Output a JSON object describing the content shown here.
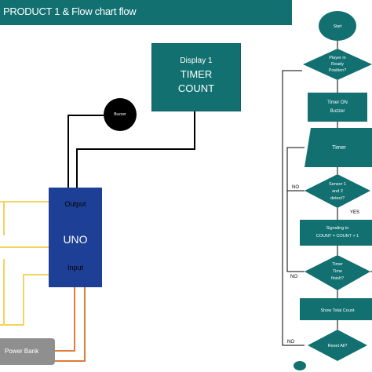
{
  "title": "PRODUCT  1 & Flow chart flow",
  "display": {
    "line1": "Display 1",
    "line2": "TIMER",
    "line3": "COUNT"
  },
  "buzzer": "Buzzer",
  "uno": {
    "output": "Output",
    "name": "UNO",
    "input": "Input"
  },
  "power_bank": "Power Bank",
  "flowchart": {
    "start": "Start",
    "player_ready": [
      "Player in",
      "Ready",
      "Position?"
    ],
    "timer_on": [
      "Timer ON",
      "Buzzer"
    ],
    "timer": "Timer",
    "sensor": [
      "Sensor 1",
      "and 2",
      "detect?"
    ],
    "signaling": [
      "Signaling to",
      "COUNT = COUNT + 1"
    ],
    "timer_finish": [
      "Timer",
      "Time",
      "finish?"
    ],
    "show_total": "Show Total Count",
    "reset": "Reset All?",
    "labels": {
      "no1": "NO",
      "yes1": "YES",
      "no2": "NO",
      "no3": "NO"
    }
  },
  "colors": {
    "teal": "#127071",
    "navy": "#1d3f96",
    "wire_yellow": "#f4d35e",
    "grey": "#8f8f8f"
  }
}
